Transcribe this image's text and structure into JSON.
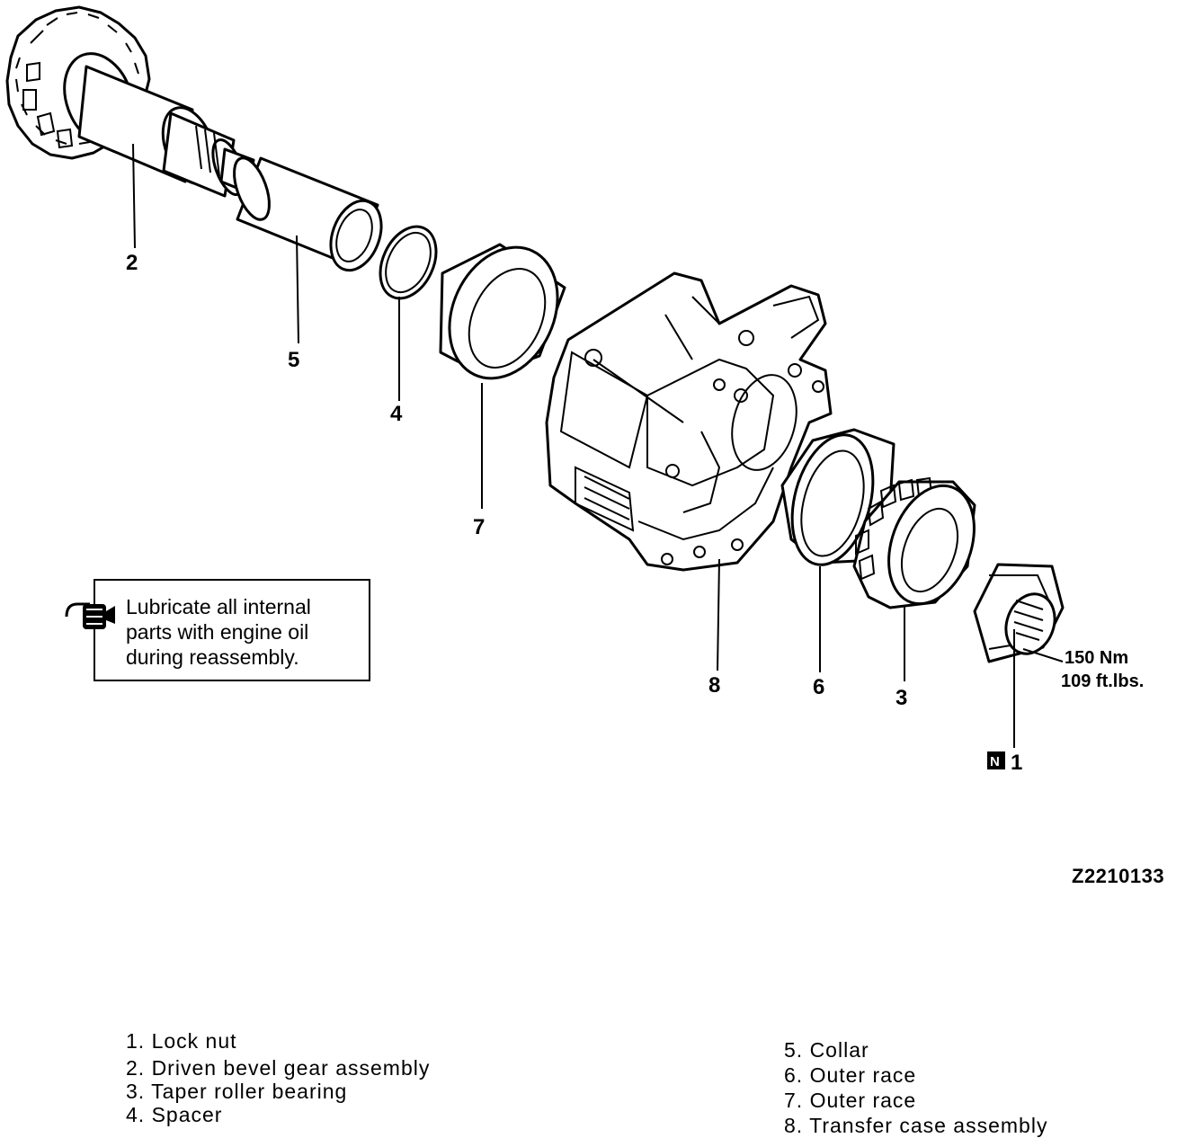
{
  "figure_id": "Z2210133",
  "note": {
    "lines": [
      "Lubricate all internal",
      "parts with engine oil",
      "during reassembly."
    ],
    "icon": "oil-can-icon"
  },
  "callouts": {
    "c1": "1",
    "c2": "2",
    "c3": "3",
    "c4": "4",
    "c5": "5",
    "c6": "6",
    "c7": "7",
    "c8": "8"
  },
  "new_part_badge": "N",
  "torque": {
    "metric": "150 Nm",
    "imperial": "109 ft.lbs."
  },
  "legend": {
    "left": [
      "1. Lock nut",
      "2. Driven bevel gear assembly",
      "3. Taper roller bearing",
      "4. Spacer"
    ],
    "right": [
      "5. Collar",
      "6. Outer race",
      "7. Outer race",
      "8. Transfer case assembly"
    ]
  }
}
